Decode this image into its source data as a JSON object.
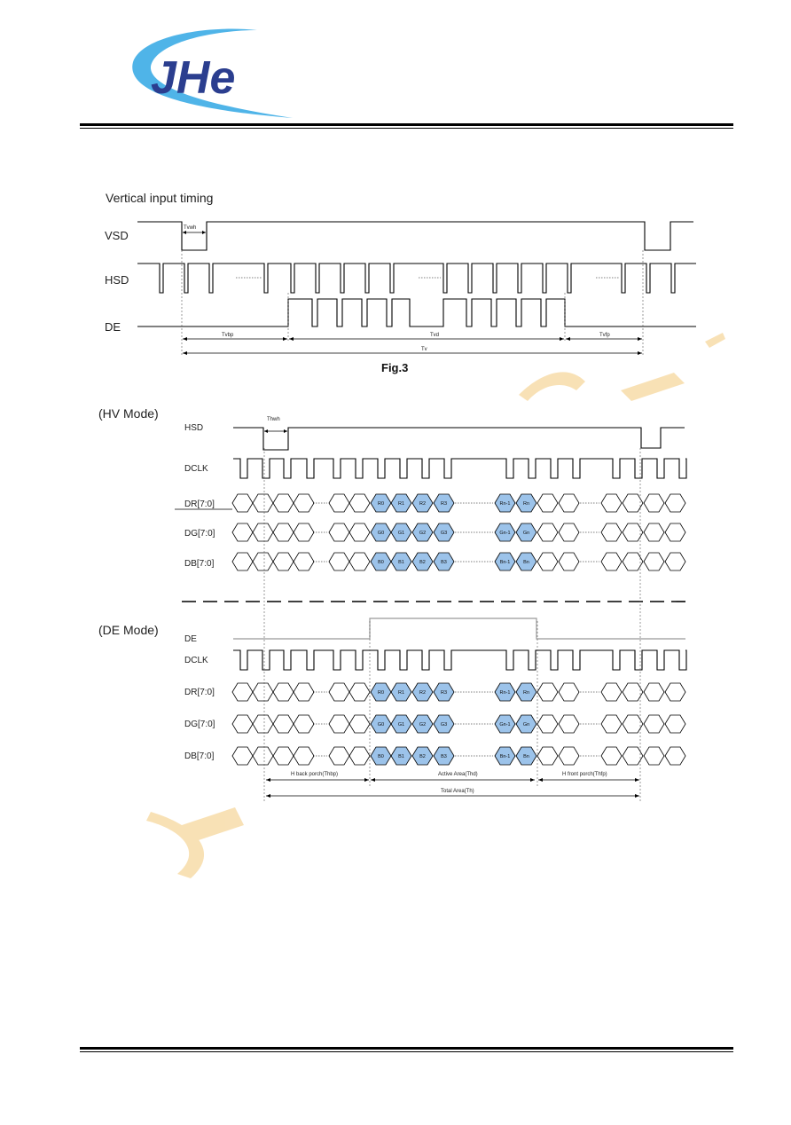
{
  "logo": {
    "text": "JHe",
    "colors": {
      "letters": "#2b3e8f",
      "swoosh": "#4fb4e8"
    }
  },
  "fig3": {
    "title": "Vertical input timing",
    "signals": {
      "vsd": "VSD",
      "hsd": "HSD",
      "de": "DE"
    },
    "pulse": "Tvwh",
    "spans": {
      "back": "Tvbp",
      "active": "Tvd",
      "front": "Tvfp",
      "total": "Tv"
    },
    "caption": "Fig.3"
  },
  "hv": {
    "mode": "(HV Mode)",
    "signals": {
      "hsd": "HSD",
      "dclk": "DCLK",
      "dr": "DR[7:0]",
      "dg": "DG[7:0]",
      "db": "DB[7:0]"
    },
    "pulse": "Thwh",
    "cells": {
      "r": [
        "R0",
        "R1",
        "R2",
        "R3",
        "Rn-1",
        "Rn"
      ],
      "g": [
        "G0",
        "G1",
        "G2",
        "G3",
        "Gn-1",
        "Gn"
      ],
      "b": [
        "B0",
        "B1",
        "B2",
        "B3",
        "Bn-1",
        "Bn"
      ]
    }
  },
  "de": {
    "mode": "(DE Mode)",
    "signals": {
      "de": "DE",
      "dclk": "DCLK",
      "dr": "DR[7:0]",
      "dg": "DG[7:0]",
      "db": "DB[7:0]"
    },
    "cells": {
      "r": [
        "R0",
        "R1",
        "R2",
        "R3",
        "Rn-1",
        "Rn"
      ],
      "g": [
        "G0",
        "G1",
        "G2",
        "G3",
        "Gn-1",
        "Gn"
      ],
      "b": [
        "B0",
        "B1",
        "B2",
        "B3",
        "Bn-1",
        "Bn"
      ]
    },
    "spans": {
      "back": "H back porch(Thbp)",
      "active": "Active Area(Thd)",
      "front": "H front porch(Thfp)",
      "total": "Total Area(Th)"
    }
  },
  "colors": {
    "highlight": "#9cc3ea",
    "watermark": "#f3c97a",
    "rule": "#000000"
  }
}
